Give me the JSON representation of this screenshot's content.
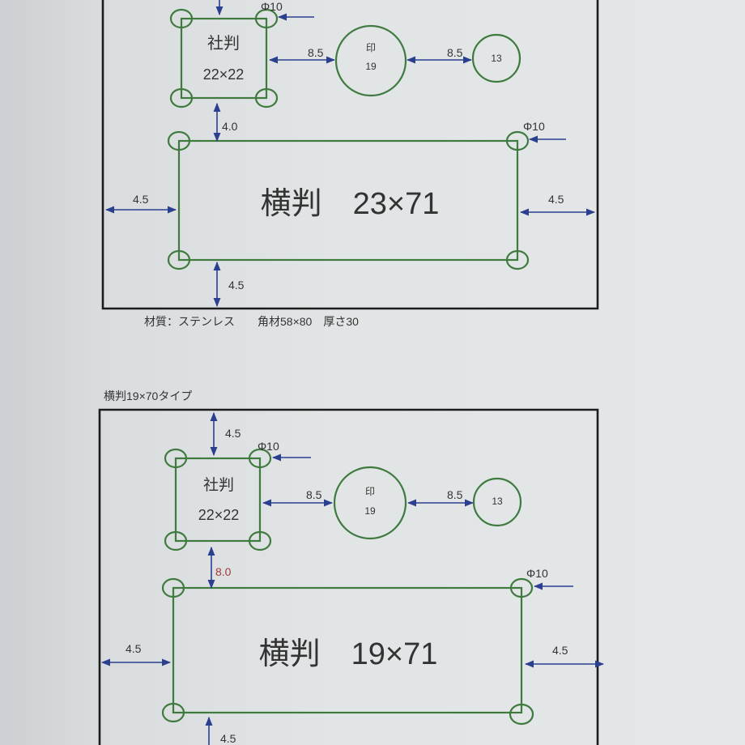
{
  "top_layout": {
    "company_stamp": {
      "line1": "社判",
      "line2": "22×22"
    },
    "seal": {
      "line1": "印",
      "line2": "19"
    },
    "small_circle": "13",
    "horizontal_stamp": "横判　23×71",
    "dims": {
      "top_gap": "",
      "phi_top": "Φ10",
      "gap_a": "8.5",
      "gap_b": "8.5",
      "vertical_gap": "4.0",
      "phi_right": "Φ10",
      "left_margin": "4.5",
      "right_margin": "4.5",
      "bottom_margin": "4.5"
    }
  },
  "material_note": "材質：ステンレス　　角材58×80　厚さ30",
  "bottom_layout": {
    "label": "横判19×70タイプ",
    "company_stamp": {
      "line1": "社判",
      "line2": "22×22"
    },
    "seal": {
      "line1": "印",
      "line2": "19"
    },
    "small_circle": "13",
    "horizontal_stamp": "横判　19×71",
    "dims": {
      "top_gap": "4.5",
      "phi_top": "Φ10",
      "gap_a": "8.5",
      "gap_b": "8.5",
      "vertical_gap": "8.0",
      "phi_right": "Φ10",
      "left_margin": "4.5",
      "right_margin": "4.5",
      "bottom_margin": "4.5"
    }
  },
  "colors": {
    "outline": "#3f7a3f",
    "dimension_arrows": "#2b3f8f",
    "frame": "#1c1c1c",
    "highlight_value": "#a33a3a"
  }
}
